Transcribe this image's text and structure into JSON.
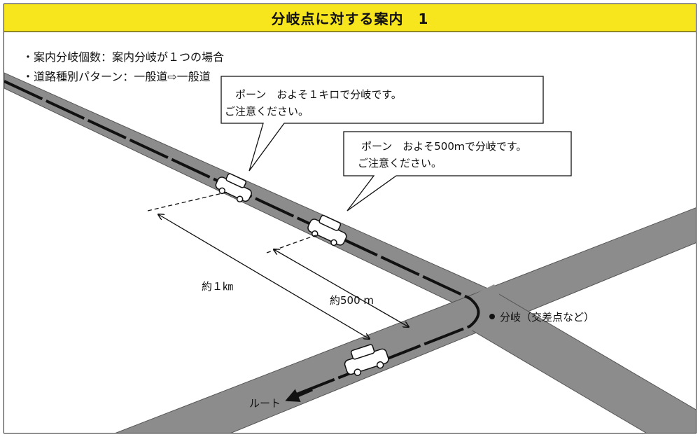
{
  "title": "分岐点に対する案内　1",
  "bullets": [
    "・案内分岐個数：案内分岐が１つの場合",
    "・道路種別パターン：一般道⇨一般道"
  ],
  "bubbles": [
    {
      "line1": "ポーン　およそ１キロで分岐です。",
      "line2": "ご注意ください。"
    },
    {
      "line1": "ポーン　およそ500ｍで分岐です。",
      "line2": "ご注意ください。"
    }
  ],
  "labels": {
    "distance_1km": "約１㎞",
    "distance_500m": "約500 m",
    "junction": "分岐（交差点など）",
    "route": "ルート"
  },
  "colors": {
    "title_bar": "#f7e51e",
    "road": "#8c8c8c",
    "route_line": "#111111"
  }
}
